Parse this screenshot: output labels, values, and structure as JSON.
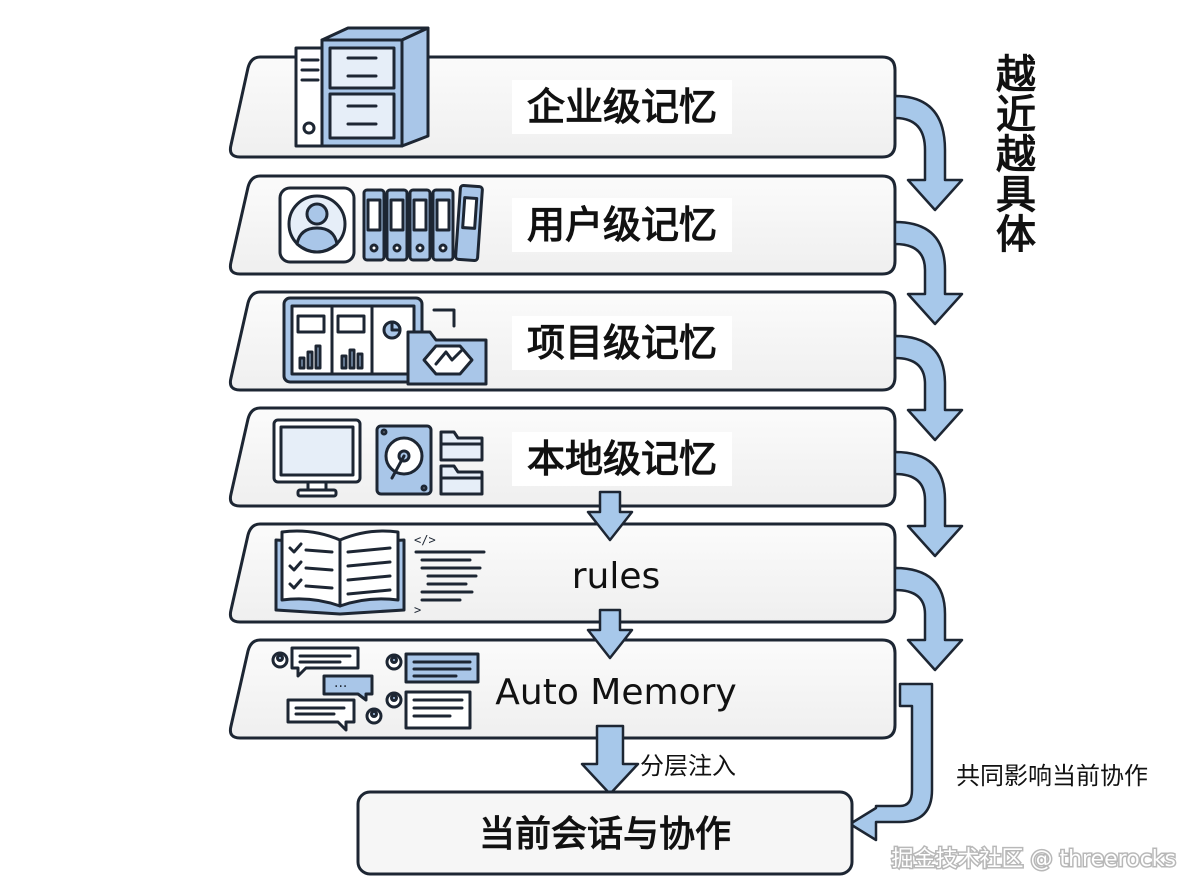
{
  "layers": [
    {
      "label": "企业级记忆",
      "icon": "file-cabinet-icon"
    },
    {
      "label": "用户级记忆",
      "icon": "user-profile-binders-icon"
    },
    {
      "label": "项目级记忆",
      "icon": "project-dashboard-folder-icon"
    },
    {
      "label": "本地级记忆",
      "icon": "computer-disk-folders-icon"
    },
    {
      "label": "rules",
      "icon": "rulebook-code-icon"
    },
    {
      "label": "Auto Memory",
      "icon": "chat-bubbles-icon"
    }
  ],
  "side_label": [
    "越",
    "近",
    "越",
    "具",
    "体"
  ],
  "inject_label": "分层注入",
  "influence_label": "共同影响当前协作",
  "final": {
    "label": "当前会话与协作"
  },
  "watermark": "掘金技术社区 @ threerocks",
  "colors": {
    "accent": "#a7c8ea",
    "outline": "#1d2633",
    "layer_fill": "#f6f6f6"
  }
}
